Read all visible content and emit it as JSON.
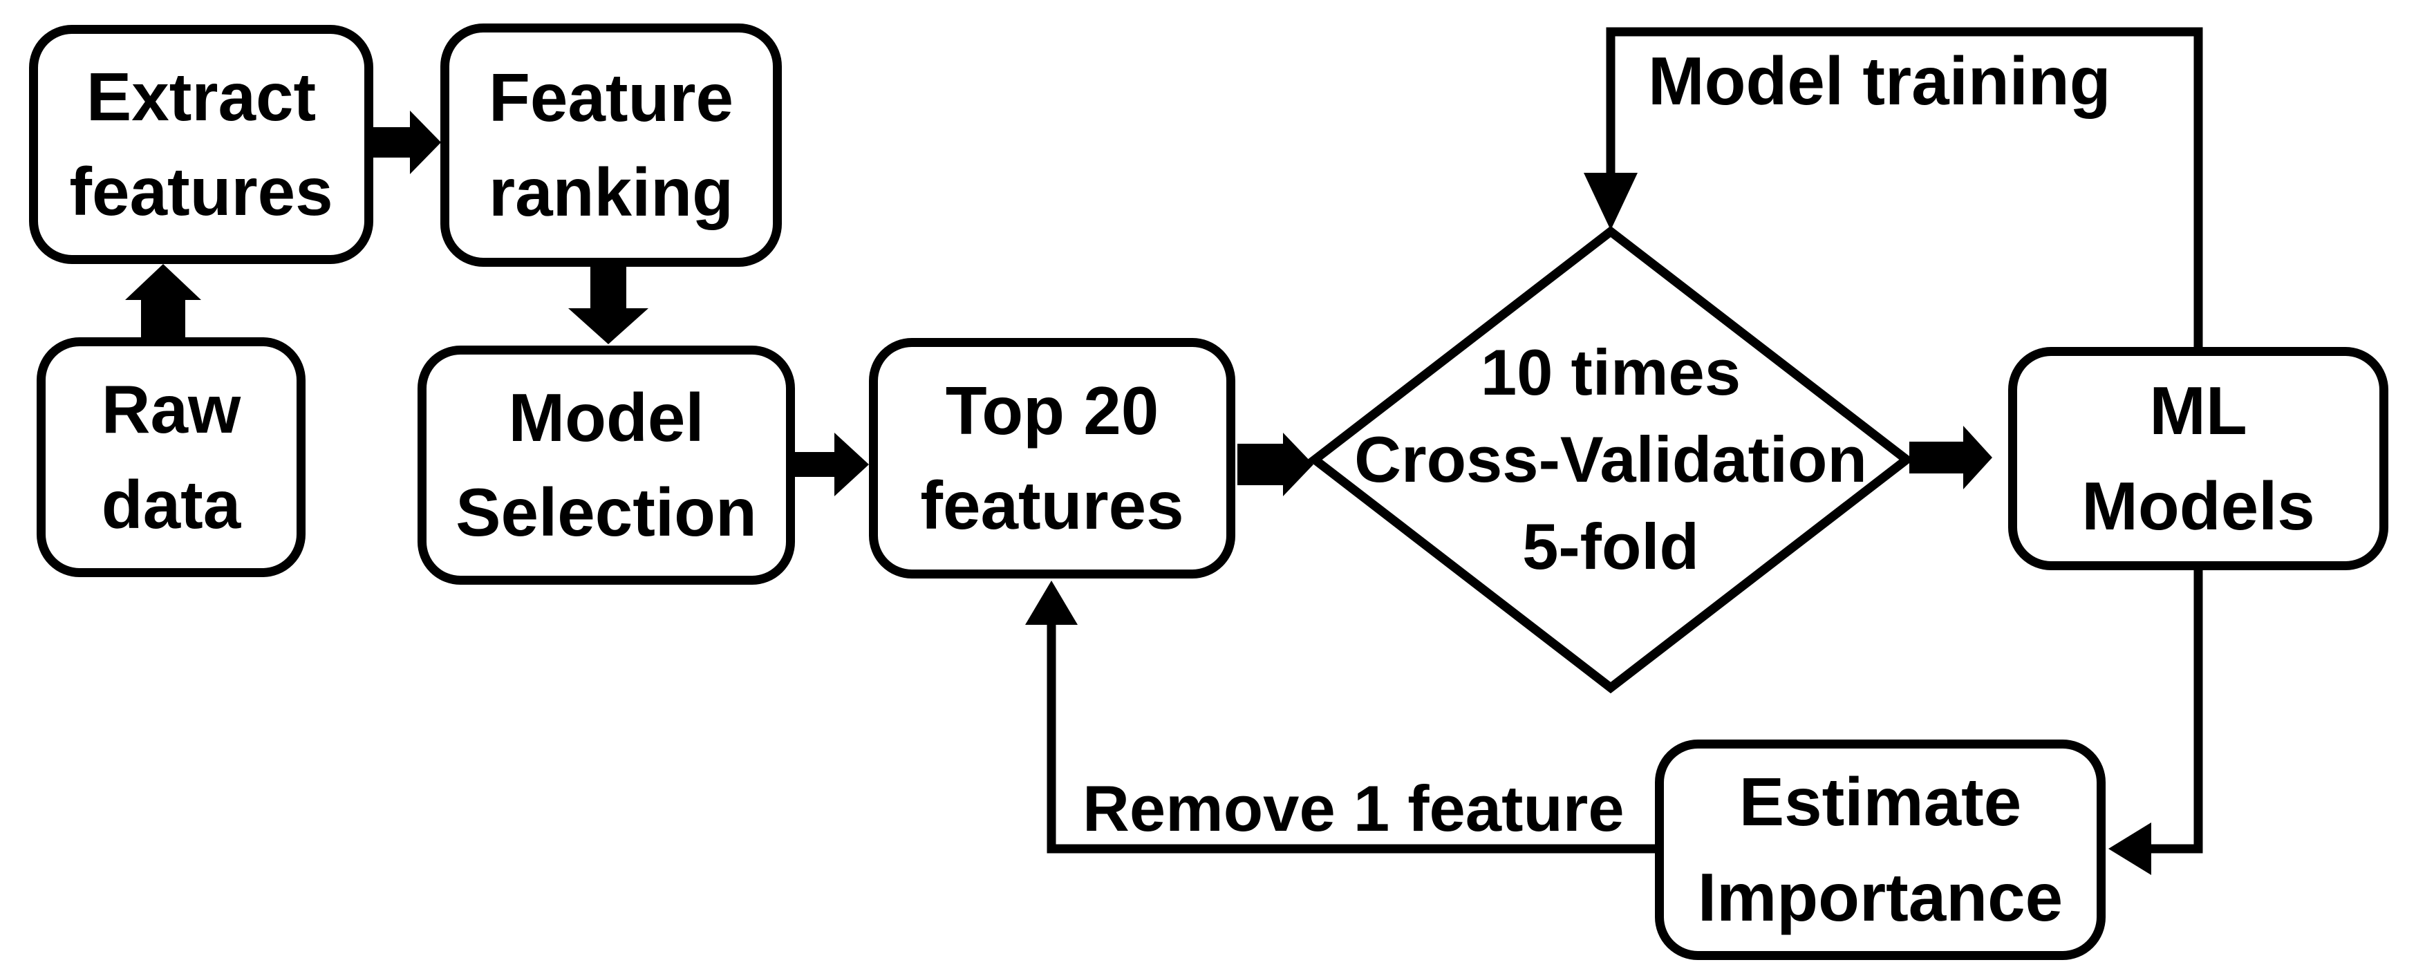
{
  "colors": {
    "background": "#ffffff",
    "stroke": "#000000",
    "text": "#000000"
  },
  "nodes": {
    "extract_features": {
      "lines": [
        "Extract",
        "features"
      ]
    },
    "feature_ranking": {
      "lines": [
        "Feature",
        "ranking"
      ]
    },
    "raw_data": {
      "lines": [
        "Raw",
        "data"
      ]
    },
    "model_selection": {
      "lines": [
        "Model",
        "Selection"
      ]
    },
    "top20_features": {
      "lines": [
        "Top 20",
        "features"
      ]
    },
    "cross_validation": {
      "lines": [
        "10 times",
        "Cross-Validation",
        "5-fold"
      ]
    },
    "ml_models": {
      "lines": [
        "ML",
        "Models"
      ]
    },
    "estimate_importance": {
      "lines": [
        "Estimate",
        "Importance"
      ]
    }
  },
  "edge_labels": {
    "model_training": "Model training",
    "remove_one_feature": "Remove 1 feature"
  },
  "edges": [
    {
      "from": "raw_data",
      "to": "extract_features",
      "label": ""
    },
    {
      "from": "extract_features",
      "to": "feature_ranking",
      "label": ""
    },
    {
      "from": "feature_ranking",
      "to": "model_selection",
      "label": ""
    },
    {
      "from": "model_selection",
      "to": "top20_features",
      "label": ""
    },
    {
      "from": "top20_features",
      "to": "cross_validation",
      "label": ""
    },
    {
      "from": "cross_validation",
      "to": "ml_models",
      "label": ""
    },
    {
      "from": "ml_models",
      "to": "cross_validation",
      "label": "Model training"
    },
    {
      "from": "ml_models",
      "to": "estimate_importance",
      "label": ""
    },
    {
      "from": "estimate_importance",
      "to": "top20_features",
      "label": "Remove 1 feature"
    }
  ]
}
